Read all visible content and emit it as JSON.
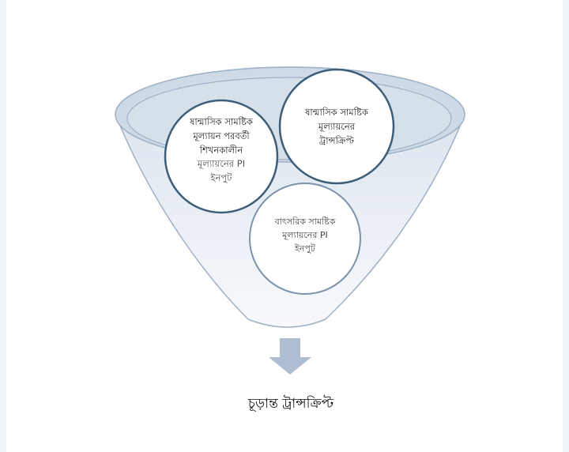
{
  "circles": {
    "left": {
      "line1": "ষান্মাসিক সামষ্টিক",
      "line2": "মূল্যায়ন পরবর্তী",
      "line3": "শিখনকালীন",
      "line4": "মূল্যায়নের PI",
      "line5": "ইনপুট"
    },
    "right": {
      "line1": "ষান্মাসিক সামষ্টিক",
      "line2": "মূল্যায়নের",
      "line3": "ট্রান্সক্রিপ্ট"
    },
    "bottom": {
      "line1": "বাৎসরিক সামষ্টিক",
      "line2": "মূল্যায়নের PI",
      "line3": "ইনপুট"
    }
  },
  "final": {
    "label": "চূড়ান্ত ট্রান্সক্রিপ্ট"
  },
  "colors": {
    "funnel_fill_top": "#d8e1ec",
    "funnel_fill_bottom": "#f4f7fb",
    "funnel_stroke": "#9fb1c6",
    "circle_stroke": "#3d5e78",
    "bottom_circle_stroke": "#7b93ab",
    "arrow": "#aebdd1"
  }
}
